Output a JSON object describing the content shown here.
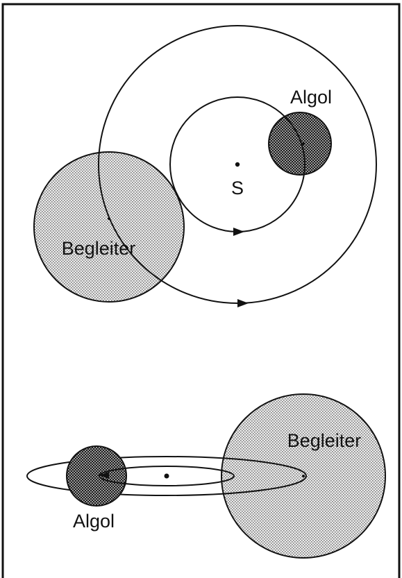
{
  "top_view": {
    "barycenter_label": "S",
    "primary_label": "Algol",
    "companion_label": "Begleiter"
  },
  "side_view": {
    "primary_label": "Algol",
    "companion_label": "Begleiter"
  },
  "colors": {
    "line": "#111111",
    "primary_fill": "#6d6d6d",
    "companion_fill": "#cfcfcf",
    "background": "#ffffff"
  }
}
